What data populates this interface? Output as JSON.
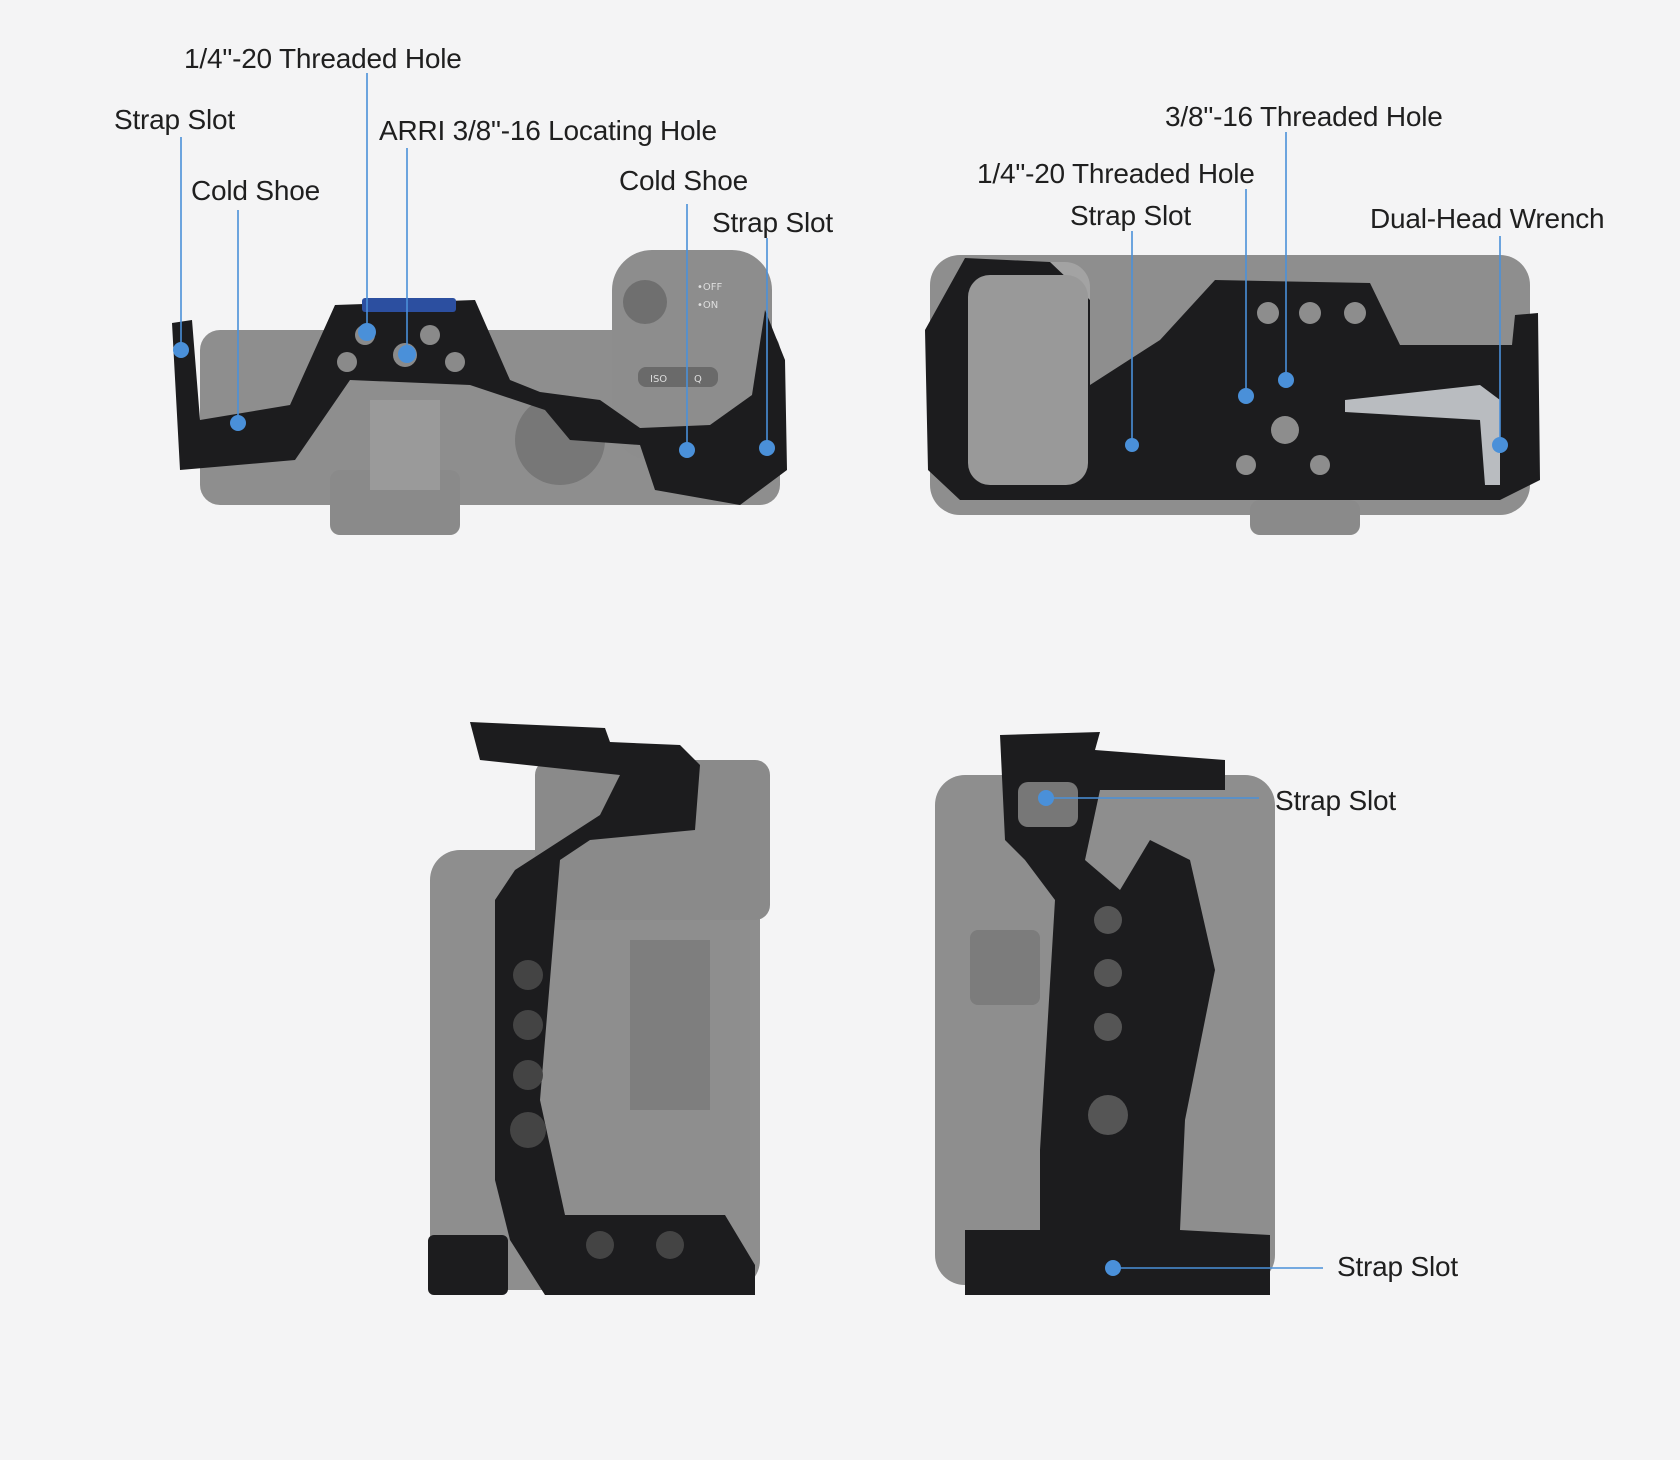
{
  "colors": {
    "background": "#f4f4f5",
    "callout": "#4a90d9",
    "cage": "#1c1c1e",
    "camera": "#8c8c8c"
  },
  "views": {
    "top": {
      "labels": {
        "strap_slot_left": "Strap Slot",
        "threaded_hole": "1/4\"-20 Threaded Hole",
        "arri_hole": "ARRI 3/8\"-16 Locating Hole",
        "cold_shoe_left": "Cold Shoe",
        "cold_shoe_right": "Cold Shoe",
        "strap_slot_right": "Strap Slot"
      },
      "camera_marks": {
        "off": "•OFF",
        "on": "•ON",
        "iso": "ISO",
        "q": "Q"
      }
    },
    "bottom": {
      "labels": {
        "threaded_hole_38": "3/8\"-16 Threaded Hole",
        "threaded_hole_14": "1/4\"-20 Threaded Hole",
        "strap_slot": "Strap Slot",
        "wrench": "Dual-Head Wrench"
      }
    },
    "side_right": {
      "labels": {
        "strap_slot_top": "Strap Slot",
        "strap_slot_bottom": "Strap Slot"
      }
    }
  }
}
